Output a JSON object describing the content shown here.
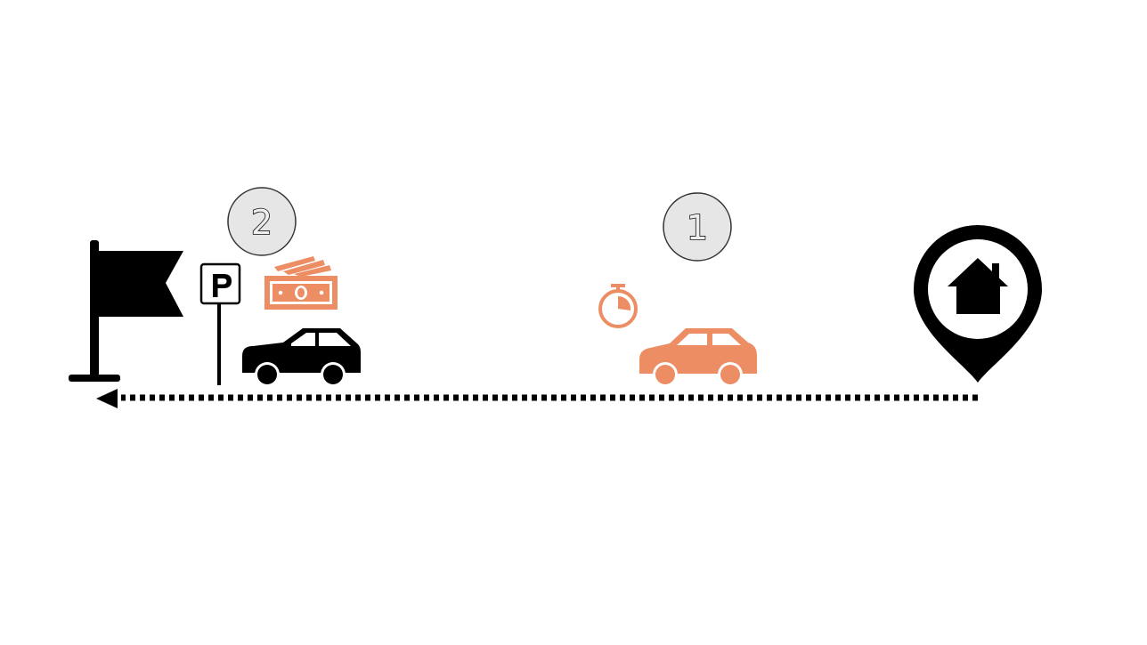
{
  "colors": {
    "primary": "#000000",
    "accent": "#ec8d64",
    "badge_fill": "#e6e6e6",
    "badge_stroke": "#333333"
  },
  "route": {
    "direction": "right-to-left",
    "line_style": "dotted"
  },
  "origin": {
    "icon": "home-location-pin-icon"
  },
  "destination": {
    "icon": "flag-icon"
  },
  "steps": [
    {
      "label": "1",
      "icons": [
        "stopwatch-icon",
        "car-icon"
      ],
      "color": "#ec8d64"
    },
    {
      "label": "2",
      "icons": [
        "parking-sign-icon",
        "banknote-icon",
        "car-icon"
      ],
      "color": "#000000"
    }
  ]
}
